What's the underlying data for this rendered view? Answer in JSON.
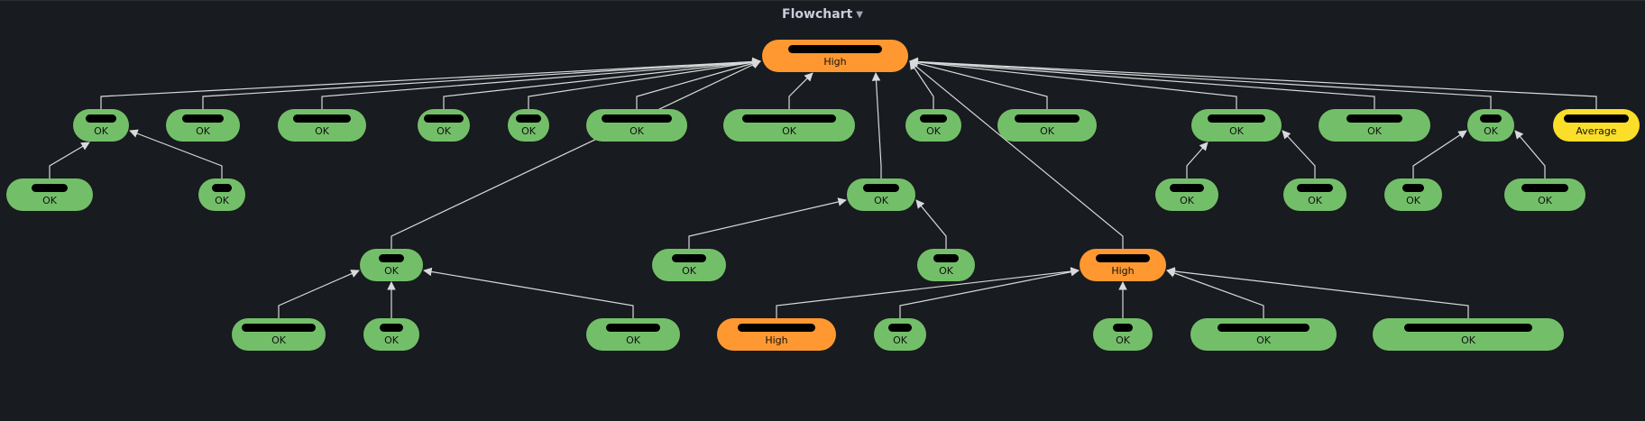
{
  "panel": {
    "title": "Flowchart"
  },
  "colors": {
    "background": "#181b1f",
    "edge": "#d8d9da",
    "ok": "#73bf69",
    "high": "#ff9830",
    "average": "#fade2a",
    "redaction": "#000000",
    "node_text": "#111111"
  },
  "status_colors": {
    "OK": "#73bf69",
    "High": "#ff9830",
    "Average": "#fade2a"
  },
  "nodes": [
    {
      "id": "root",
      "status": "High"
    },
    {
      "id": "n1",
      "status": "OK"
    },
    {
      "id": "n2",
      "status": "OK"
    },
    {
      "id": "n3",
      "status": "OK"
    },
    {
      "id": "n4",
      "status": "OK"
    },
    {
      "id": "n5",
      "status": "OK"
    },
    {
      "id": "n6",
      "status": "OK"
    },
    {
      "id": "n7",
      "status": "OK"
    },
    {
      "id": "n8",
      "status": "OK"
    },
    {
      "id": "n9",
      "status": "OK"
    },
    {
      "id": "n10",
      "status": "OK"
    },
    {
      "id": "n11",
      "status": "OK"
    },
    {
      "id": "n12",
      "status": "OK"
    },
    {
      "id": "n13",
      "status": "Average"
    },
    {
      "id": "c1a",
      "status": "OK"
    },
    {
      "id": "c1b",
      "status": "OK"
    },
    {
      "id": "m1",
      "status": "OK"
    },
    {
      "id": "c10a",
      "status": "OK"
    },
    {
      "id": "c10b",
      "status": "OK"
    },
    {
      "id": "c12a",
      "status": "OK"
    },
    {
      "id": "c12b",
      "status": "OK"
    },
    {
      "id": "m2",
      "status": "OK"
    },
    {
      "id": "m1a",
      "status": "OK"
    },
    {
      "id": "m1b",
      "status": "OK"
    },
    {
      "id": "m3",
      "status": "High"
    },
    {
      "id": "b1",
      "status": "OK"
    },
    {
      "id": "b2",
      "status": "OK"
    },
    {
      "id": "b3",
      "status": "OK"
    },
    {
      "id": "b4",
      "status": "High"
    },
    {
      "id": "b5",
      "status": "OK"
    },
    {
      "id": "b6",
      "status": "OK"
    },
    {
      "id": "b7",
      "status": "OK"
    },
    {
      "id": "b8",
      "status": "OK"
    }
  ],
  "edges": [
    [
      "n1",
      "root"
    ],
    [
      "n2",
      "root"
    ],
    [
      "n3",
      "root"
    ],
    [
      "m2",
      "root"
    ],
    [
      "n4",
      "root"
    ],
    [
      "n5",
      "root"
    ],
    [
      "n6",
      "root"
    ],
    [
      "n7",
      "root"
    ],
    [
      "m1",
      "root"
    ],
    [
      "n8",
      "root"
    ],
    [
      "n9",
      "root"
    ],
    [
      "m3",
      "root"
    ],
    [
      "n10",
      "root"
    ],
    [
      "n11",
      "root"
    ],
    [
      "n12",
      "root"
    ],
    [
      "n13",
      "root"
    ],
    [
      "c1a",
      "n1"
    ],
    [
      "c1b",
      "n1"
    ],
    [
      "c10a",
      "n10"
    ],
    [
      "c10b",
      "n10"
    ],
    [
      "c12a",
      "n12"
    ],
    [
      "c12b",
      "n12"
    ],
    [
      "m1a",
      "m1"
    ],
    [
      "m1b",
      "m1"
    ],
    [
      "b1",
      "m2"
    ],
    [
      "b2",
      "m2"
    ],
    [
      "b3",
      "m2"
    ],
    [
      "b4",
      "m3"
    ],
    [
      "b5",
      "m3"
    ],
    [
      "b6",
      "m3"
    ],
    [
      "b7",
      "m3"
    ],
    [
      "b8",
      "m3"
    ]
  ]
}
